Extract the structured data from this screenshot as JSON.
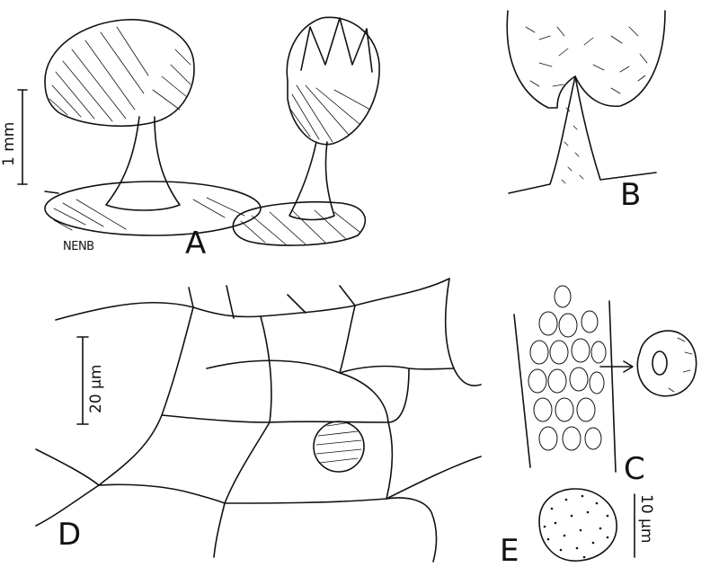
{
  "panels": {
    "a": {
      "letter": "A",
      "signature": "NENB"
    },
    "b": {
      "letter": "B"
    },
    "c": {
      "letter": "C"
    },
    "d": {
      "letter": "D"
    },
    "e": {
      "letter": "E"
    }
  },
  "scale_bars": {
    "a": {
      "label": "1 mm"
    },
    "d": {
      "label": "20 μm"
    },
    "e": {
      "label": "10 μm"
    }
  },
  "style": {
    "ink_color": "#111111",
    "paper_color": "#ffffff"
  }
}
